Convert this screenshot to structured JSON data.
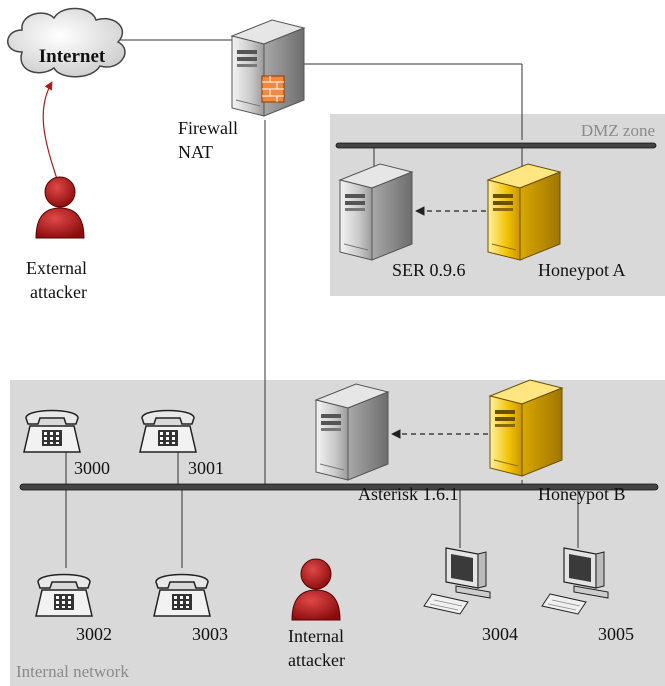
{
  "zones": {
    "dmz": "DMZ zone",
    "internal": "Internal network"
  },
  "internet": "Internet",
  "firewall": {
    "line1": "Firewall",
    "line2": "NAT"
  },
  "external_attacker": {
    "line1": "External",
    "line2": "attacker"
  },
  "internal_attacker": {
    "line1": "Internal",
    "line2": "attacker"
  },
  "servers": {
    "ser": "SER 0.9.6",
    "honeypot_a": "Honeypot A",
    "asterisk": "Asterisk 1.6.1",
    "honeypot_b": "Honeypot B"
  },
  "phones": [
    "3000",
    "3001",
    "3002",
    "3003"
  ],
  "computers": [
    "3004",
    "3005"
  ],
  "colors": {
    "zone_fill": "#d9d9d9",
    "server_gray": "#c8c8c8",
    "honeypot_yellow": "#f2c200",
    "attacker_red": "#b01818",
    "link_red": "#c0392b"
  }
}
